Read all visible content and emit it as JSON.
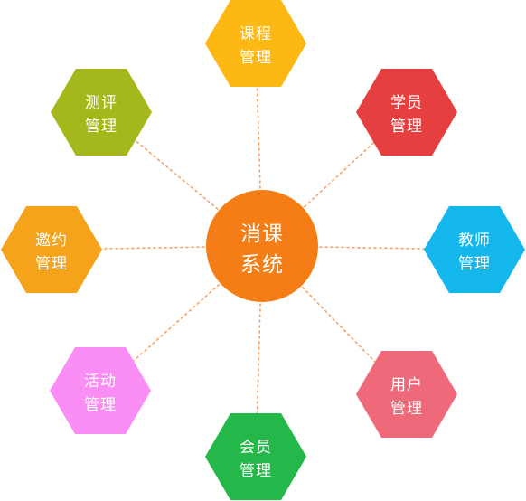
{
  "center": {
    "line1": "消课",
    "line2": "系统",
    "color": "#f57d15"
  },
  "modules": [
    {
      "id": "course",
      "line1": "课程",
      "line2": "管理",
      "color": "#fdb813"
    },
    {
      "id": "student",
      "line1": "学员",
      "line2": "管理",
      "color": "#e5403f"
    },
    {
      "id": "teacher",
      "line1": "教师",
      "line2": "管理",
      "color": "#13b7ec"
    },
    {
      "id": "user",
      "line1": "用户",
      "line2": "管理",
      "color": "#ee6a7b"
    },
    {
      "id": "member",
      "line1": "会员",
      "line2": "管理",
      "color": "#24b84a"
    },
    {
      "id": "activity",
      "line1": "活动",
      "line2": "管理",
      "color": "#fb8ef4"
    },
    {
      "id": "invitation",
      "line1": "邀约",
      "line2": "管理",
      "color": "#f6a31c"
    },
    {
      "id": "assessment",
      "line1": "测评",
      "line2": "管理",
      "color": "#a5b81b"
    }
  ],
  "connector_color": "#f7a266"
}
